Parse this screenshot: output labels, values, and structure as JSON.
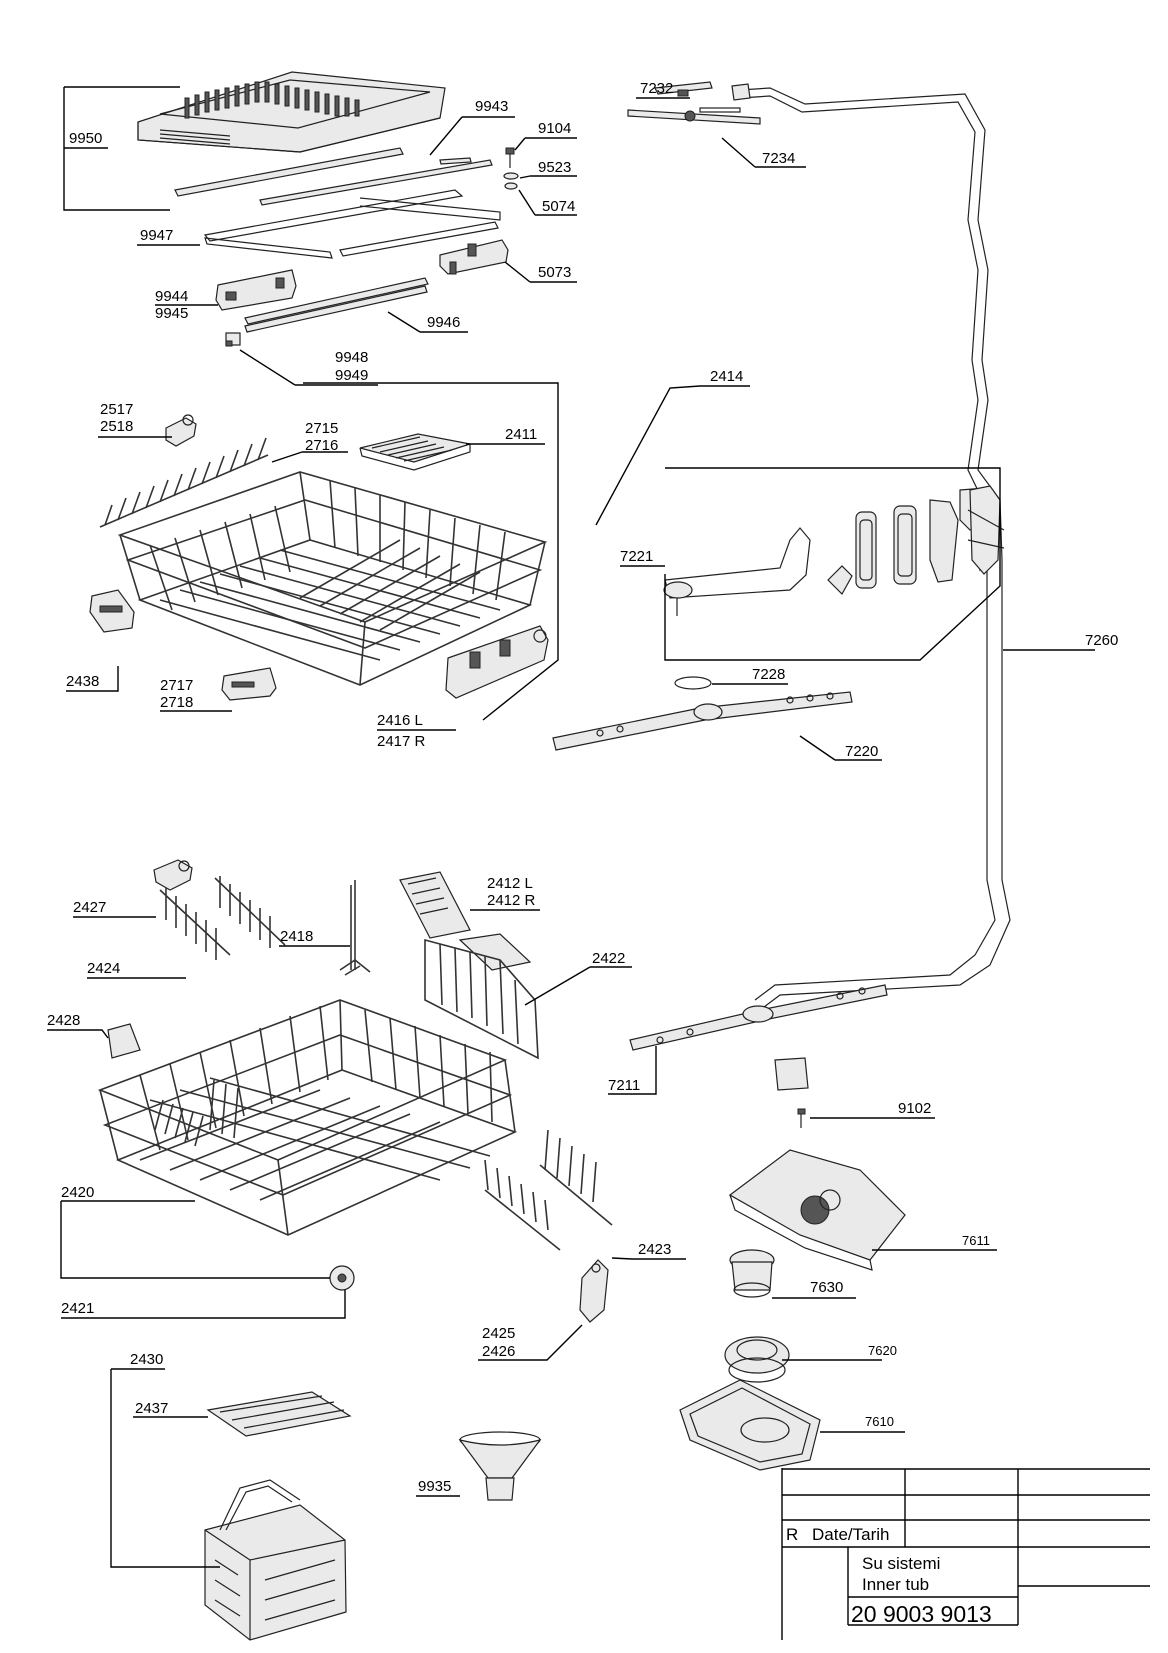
{
  "callouts": [
    {
      "id": "9950",
      "text": "9950"
    },
    {
      "id": "9943",
      "text": "9943"
    },
    {
      "id": "9104",
      "text": "9104"
    },
    {
      "id": "9523",
      "text": "9523"
    },
    {
      "id": "5074",
      "text": "5074"
    },
    {
      "id": "9947",
      "text": "9947"
    },
    {
      "id": "5073",
      "text": "5073"
    },
    {
      "id": "9944",
      "text": "9944"
    },
    {
      "id": "9945",
      "text": "9945"
    },
    {
      "id": "9946",
      "text": "9946"
    },
    {
      "id": "9948",
      "text": "9948"
    },
    {
      "id": "9949",
      "text": "9949"
    },
    {
      "id": "7232",
      "text": "7232"
    },
    {
      "id": "7234",
      "text": "7234"
    },
    {
      "id": "2414",
      "text": "2414"
    },
    {
      "id": "2517",
      "text": "2517"
    },
    {
      "id": "2518",
      "text": "2518"
    },
    {
      "id": "2715",
      "text": "2715"
    },
    {
      "id": "2716",
      "text": "2716"
    },
    {
      "id": "2411",
      "text": "2411"
    },
    {
      "id": "7221",
      "text": "7221"
    },
    {
      "id": "7260",
      "text": "7260"
    },
    {
      "id": "2438",
      "text": "2438"
    },
    {
      "id": "7228",
      "text": "7228"
    },
    {
      "id": "2717",
      "text": "2717"
    },
    {
      "id": "2718",
      "text": "2718"
    },
    {
      "id": "2416L",
      "text": "2416 L"
    },
    {
      "id": "2417R",
      "text": "2417 R"
    },
    {
      "id": "7220",
      "text": "7220"
    },
    {
      "id": "2412L",
      "text": "2412 L"
    },
    {
      "id": "2412R",
      "text": "2412 R"
    },
    {
      "id": "2427",
      "text": "2427"
    },
    {
      "id": "2418",
      "text": "2418"
    },
    {
      "id": "2424",
      "text": "2424"
    },
    {
      "id": "2422",
      "text": "2422"
    },
    {
      "id": "2428",
      "text": "2428"
    },
    {
      "id": "7211",
      "text": "7211"
    },
    {
      "id": "9102",
      "text": "9102"
    },
    {
      "id": "2420",
      "text": "2420"
    },
    {
      "id": "7611",
      "text": "7611"
    },
    {
      "id": "2423",
      "text": "2423"
    },
    {
      "id": "7630",
      "text": "7630"
    },
    {
      "id": "2421",
      "text": "2421"
    },
    {
      "id": "2425",
      "text": "2425"
    },
    {
      "id": "2426",
      "text": "2426"
    },
    {
      "id": "7620",
      "text": "7620"
    },
    {
      "id": "2430",
      "text": "2430"
    },
    {
      "id": "2437",
      "text": "2437"
    },
    {
      "id": "7610",
      "text": "7610"
    },
    {
      "id": "9935",
      "text": "9935"
    }
  ],
  "title_block": {
    "revision_label": "R",
    "date_label": "Date/Tarih",
    "title_line1": "Su sistemi",
    "title_line2": "Inner tub",
    "document_number": "20 9003 9013"
  }
}
